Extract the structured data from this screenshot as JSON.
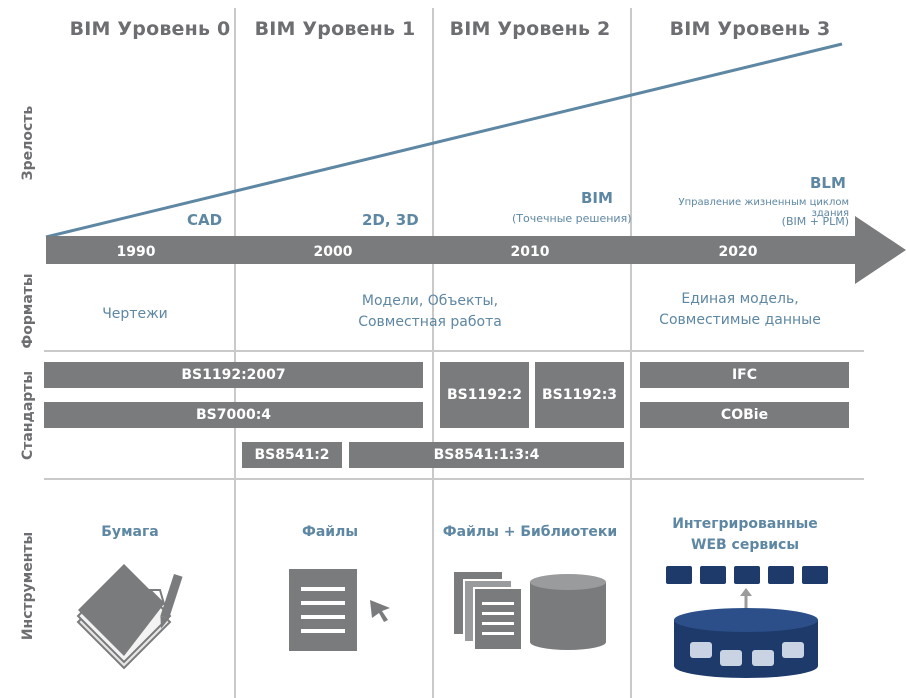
{
  "levels": [
    "BIM Уровень 0",
    "BIM Уровень 1",
    "BIM Уровень 2",
    "BIM Уровень 3"
  ],
  "row_labels": {
    "maturity": "Зрелость",
    "formats": "Форматы",
    "standards": "Стандарты",
    "tools": "Инструменты"
  },
  "maturity": {
    "cad": "CAD",
    "d23": "2D, 3D",
    "bim": "BIM",
    "bim_sub": "(Точечные решения)",
    "blm": "BLM",
    "blm_sub1": "Управление жизненным циклом здания",
    "blm_sub2": "(BIM + PLM)"
  },
  "years": [
    "1990",
    "2000",
    "2010",
    "2020"
  ],
  "formats": {
    "f1": "Чертежи",
    "f2_line1": "Модели, Объекты,",
    "f2_line2": "Совместная работа",
    "f3_line1": "Единая модель,",
    "f3_line2": "Совместимые данные"
  },
  "standards": {
    "bs1192_2007": "BS1192:2007",
    "bs7000": "BS7000:4",
    "bs8541_2": "BS8541:2",
    "bs8541_134": "BS8541:1:3:4",
    "bs1192_2": "BS1192:2",
    "bs1192_3": "BS1192:3",
    "ifc": "IFC",
    "cobie": "COBie"
  },
  "tools": {
    "t1": "Бумага",
    "t2": "Файлы",
    "t3": "Файлы + Библиотеки",
    "t4_line1": "Интегрированные",
    "t4_line2": "WEB сервисы"
  },
  "colors": {
    "blue": "#5e87a3",
    "gray": "#7a7b7d",
    "navy": "#1e3a6b",
    "text": "#6d6e71"
  }
}
